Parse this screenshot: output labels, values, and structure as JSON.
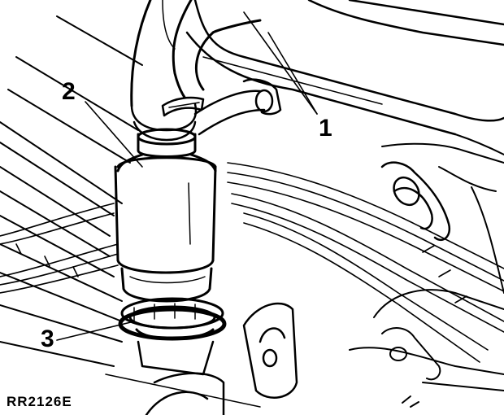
{
  "figure": {
    "reference": "RR2126E",
    "callouts": [
      "1",
      "2",
      "3"
    ],
    "colors": {
      "ink": "#000000",
      "paper": "#ffffff"
    }
  }
}
